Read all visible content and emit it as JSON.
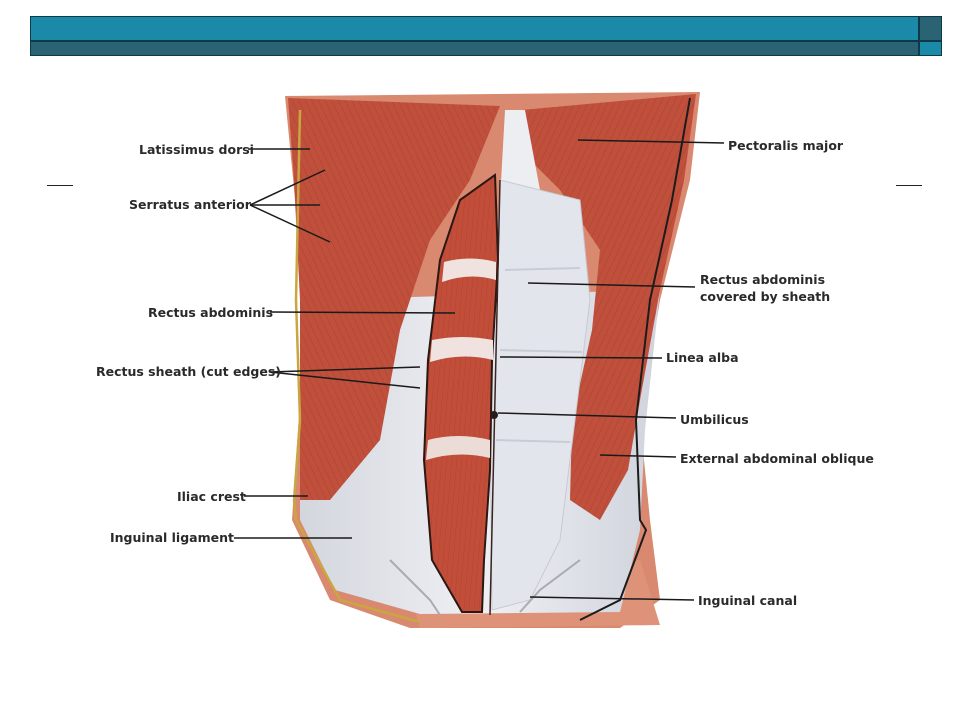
{
  "colors": {
    "title_top": "#1a8aa8",
    "title_bottom": "#2a6474",
    "title_square_top": "#2a6474",
    "title_square_bottom": "#1a8aa8",
    "muscle": "#bf4e3c",
    "muscle_dark": "#8f3226",
    "fascia": "#e6e7ec",
    "skin": "#d98a73"
  },
  "labels": {
    "latissimus_dorsi": "Latissimus dorsi",
    "serratus_anterior": "Serratus anterior",
    "rectus_abdominis": "Rectus abdominis",
    "rectus_sheath": "Rectus sheath (cut edges)",
    "iliac_crest": "Iliac crest",
    "inguinal_ligament": "Inguinal ligament",
    "pectoralis_major": "Pectoralis major",
    "rectus_covered_line1": "Rectus abdominis",
    "rectus_covered_line2": "covered by sheath",
    "linea_alba": "Linea alba",
    "umbilicus": "Umbilicus",
    "external_oblique": "External abdominal oblique",
    "inguinal_canal": "Inguinal canal"
  }
}
